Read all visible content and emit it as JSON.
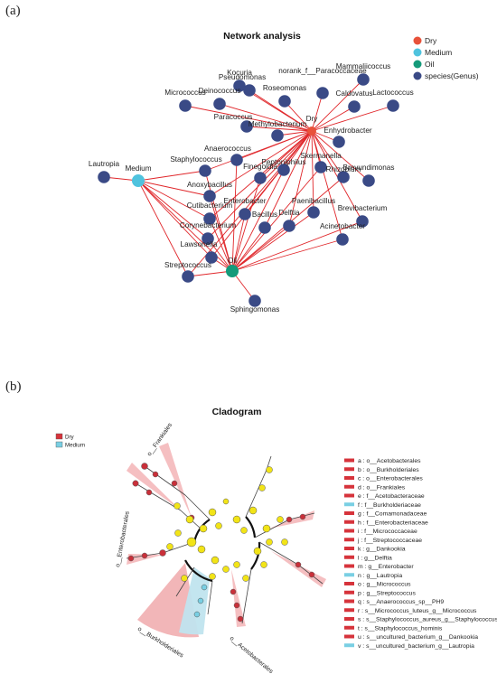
{
  "panel_a": {
    "label": "(a)",
    "title": "Network analysis",
    "legend": [
      {
        "label": "Dry",
        "color": "#e8523a"
      },
      {
        "label": "Medium",
        "color": "#4fc3de"
      },
      {
        "label": "Oil",
        "color": "#149a7a"
      },
      {
        "label": "species(Genus)",
        "color": "#3a4a86"
      }
    ],
    "hubs": [
      {
        "name": "Dry",
        "color": "#e8523a"
      },
      {
        "name": "Medium",
        "color": "#4fc3de"
      },
      {
        "name": "Oil",
        "color": "#149a7a"
      }
    ],
    "genera": [
      "Kocuria",
      "Mammaliicoccus",
      "norank_f__Paracoccaceae",
      "Pseudomonas",
      "Roseomonas",
      "Caldovatus",
      "Lactococcus",
      "Micrococcus",
      "Deinococcus",
      "Paracoccus",
      "Methylobacterium",
      "Enhydrobacter",
      "Anaerococcus",
      "Staphylococcus",
      "Skermanella",
      "Lautropia",
      "Finegoldia",
      "Peptoniphilus",
      "Brevundimonas",
      "Rhizobium",
      "Anoxybacillus",
      "Enterobacter",
      "Cutibacterium",
      "Paenibacillus",
      "Delftia",
      "Brevibacterium",
      "Corynebacterium",
      "Bacillus",
      "Acinetobacter",
      "Lawsonella",
      "Streptococcus",
      "Sphingomonas"
    ],
    "edge_color": "#e0262a",
    "node_color": "#3a4a86"
  },
  "panel_b": {
    "label": "(b)",
    "title": "Cladogram",
    "group_legend": [
      {
        "label": "Dry",
        "color": "#d6333b"
      },
      {
        "label": "Medium",
        "color": "#79cfe3"
      }
    ],
    "clade_labels": [
      "o__Frankiales",
      "o__Enterobacterales",
      "o__Burkholderiales",
      "o__Acetobacterales"
    ],
    "taxa_legend": [
      {
        "key": "a",
        "text": "a : o__Acetobacterales",
        "group": "Dry"
      },
      {
        "key": "b",
        "text": "b : o__Burkholderiales",
        "group": "Dry"
      },
      {
        "key": "c",
        "text": "c : o__Enterobacterales",
        "group": "Dry"
      },
      {
        "key": "d",
        "text": "d : o__Frankiales",
        "group": "Dry"
      },
      {
        "key": "e",
        "text": "e : f__Acetobacteraceae",
        "group": "Dry"
      },
      {
        "key": "f",
        "text": "f : f__Burkholderiaceae",
        "group": "Medium"
      },
      {
        "key": "g",
        "text": "g : f__Comamonadaceae",
        "group": "Dry"
      },
      {
        "key": "h",
        "text": "h : f__Enterobacteriaceae",
        "group": "Dry"
      },
      {
        "key": "i",
        "text": "i : f__Micrococcaceae",
        "group": "Dry"
      },
      {
        "key": "j",
        "text": "j : f__Streptococcaceae",
        "group": "Dry"
      },
      {
        "key": "k",
        "text": "k : g__Dankookia",
        "group": "Dry"
      },
      {
        "key": "l",
        "text": "l : g__Delftia",
        "group": "Dry"
      },
      {
        "key": "m",
        "text": "m : g__Enterobacter",
        "group": "Dry"
      },
      {
        "key": "n",
        "text": "n : g__Lautropia",
        "group": "Medium"
      },
      {
        "key": "o",
        "text": "o : g__Micrococcus",
        "group": "Dry"
      },
      {
        "key": "p",
        "text": "p : g__Streptococcus",
        "group": "Dry"
      },
      {
        "key": "q",
        "text": "q : s__Anaerococcus_sp__PH9",
        "group": "Dry"
      },
      {
        "key": "r",
        "text": "r : s__Micrococcus_luteus_g__Micrococcus",
        "group": "Dry"
      },
      {
        "key": "s",
        "text": "s : s__Staphylococcus_aureus_g__Staphylococcus",
        "group": "Dry"
      },
      {
        "key": "t",
        "text": "t : s__Staphylococcus_hominis",
        "group": "Dry"
      },
      {
        "key": "u",
        "text": "u : s__uncultured_bacterium_g__Dankookia",
        "group": "Dry"
      },
      {
        "key": "v",
        "text": "v : s__uncultured_bacterium_g__Lautropia",
        "group": "Medium"
      }
    ]
  }
}
